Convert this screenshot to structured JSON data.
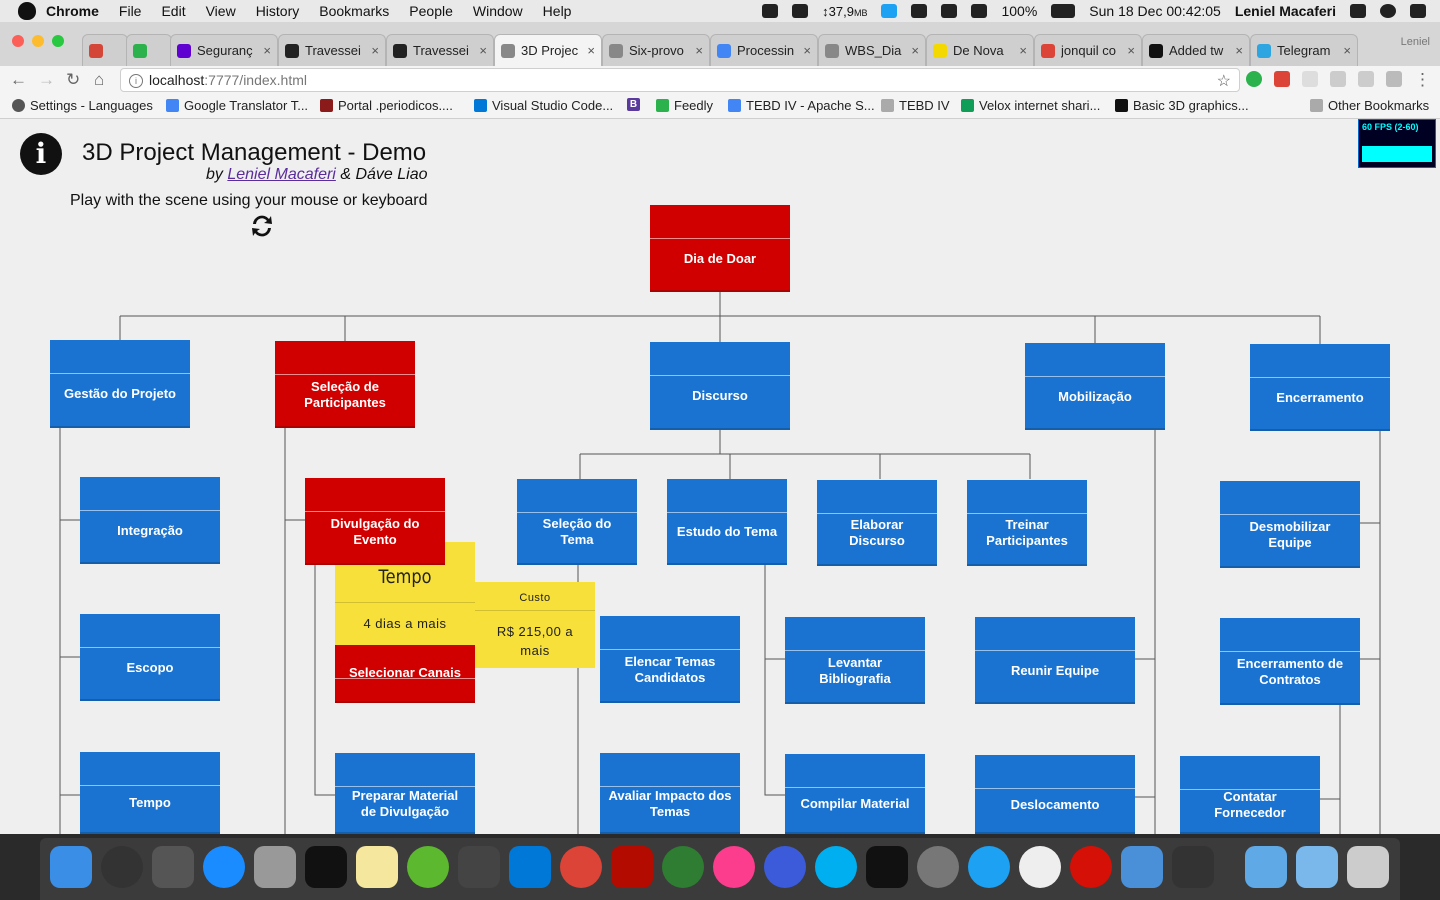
{
  "menubar": {
    "app": "Chrome",
    "menus": [
      "File",
      "Edit",
      "View",
      "History",
      "Bookmarks",
      "People",
      "Window",
      "Help"
    ],
    "net_speed": "↕37,9",
    "net_unit": "MB",
    "battery": "100%",
    "datetime": "Sun 18 Dec  00:42:05",
    "user": "Leniel Macaferi"
  },
  "tabs": [
    {
      "label": "",
      "icon": "gmail-icon",
      "color": "#d44638"
    },
    {
      "label": "",
      "icon": "feedly-icon",
      "color": "#2bb24c"
    },
    {
      "label": "Seguranç",
      "icon": "yahoo-icon",
      "color": "#5f01d1"
    },
    {
      "label": "Travessei",
      "icon": "dft-icon",
      "color": "#222222"
    },
    {
      "label": "Travessei",
      "icon": "dft-icon",
      "color": "#222222"
    },
    {
      "label": "3D Projec",
      "icon": "page-icon",
      "color": "#888888",
      "active": true
    },
    {
      "label": "Six-provo",
      "icon": "page-icon",
      "color": "#888888"
    },
    {
      "label": "Processin",
      "icon": "docs-icon",
      "color": "#4285f4"
    },
    {
      "label": "WBS_Dia",
      "icon": "page-icon",
      "color": "#888888"
    },
    {
      "label": "De Nova",
      "icon": "dv-icon",
      "color": "#f4d900"
    },
    {
      "label": "jonquil co",
      "icon": "chrome-icon",
      "color": "#db4437"
    },
    {
      "label": "Added tw",
      "icon": "github-icon",
      "color": "#111111"
    },
    {
      "label": "Telegram",
      "icon": "telegram-icon",
      "color": "#2ca5e0"
    }
  ],
  "profile_tab": "Leniel",
  "toolbar": {
    "url_host": "localhost",
    "url_path": ":7777/index.html"
  },
  "bookmarks": [
    {
      "label": "Settings - Languages",
      "color": "#555555"
    },
    {
      "label": "Google Translator T...",
      "color": "#4285f4"
    },
    {
      "label": "Portal .periodicos....",
      "color": "#8b1a1a"
    },
    {
      "label": "Visual Studio Code...",
      "color": "#0078d7"
    },
    {
      "label": "",
      "color": "#5b3a9d",
      "glyph": "B"
    },
    {
      "label": "Feedly",
      "color": "#2bb24c"
    },
    {
      "label": "TEBD IV - Apache S...",
      "color": "#4285f4"
    },
    {
      "label": "TEBD IV",
      "color": "#888888"
    },
    {
      "label": "Velox internet shari...",
      "color": "#0f9d58"
    },
    {
      "label": "Basic 3D graphics...",
      "color": "#111111"
    },
    {
      "label": "Other Bookmarks",
      "color": "#888888"
    }
  ],
  "app": {
    "title": "3D Project Management - Demo",
    "by": "by",
    "author1": "Leniel Macaferi",
    "amp": "&",
    "author2": "Dáve Liao",
    "instructions": "Play with the scene using your mouse or keyboard",
    "fps": "60 FPS (2-60)"
  },
  "wbs": {
    "root": "Dia de Doar",
    "gestao": "Gestão do Projeto",
    "selecao": "Seleção de Participantes",
    "discurso": "Discurso",
    "mobilizacao": "Mobilização",
    "encerramento": "Encerramento",
    "integracao": "Integração",
    "escopo": "Escopo",
    "tempo": "Tempo",
    "divulgacao": "Divulgação do Evento",
    "selecionar_canais": "Selecionar Canais",
    "preparar_material": "Preparar Material de Divulgação",
    "selecao_tema": "Seleção do Tema",
    "estudo_tema": "Estudo do Tema",
    "elaborar_discurso": "Elaborar Discurso",
    "treinar": "Treinar Participantes",
    "elencar": "Elencar Temas Candidatos",
    "avaliar": "Avaliar Impacto dos Temas",
    "levantar": "Levantar Bibliografia",
    "compilar": "Compilar Material",
    "reunir": "Reunir Equipe",
    "deslocamento": "Deslocamento",
    "desmobilizar": "Desmobilizar Equipe",
    "encerramento_contratos": "Encerramento de Contratos",
    "contatar": "Contatar Fornecedor"
  },
  "notes": {
    "tempo_title": "Tempo",
    "tempo_value": "4 dias a mais",
    "custo_title": "Custo",
    "custo_value": "R$ 215,00 a mais"
  },
  "colors": {
    "node_blue": "#1a73d0",
    "node_red": "#d00000",
    "note_yellow": "#f7e03a"
  }
}
